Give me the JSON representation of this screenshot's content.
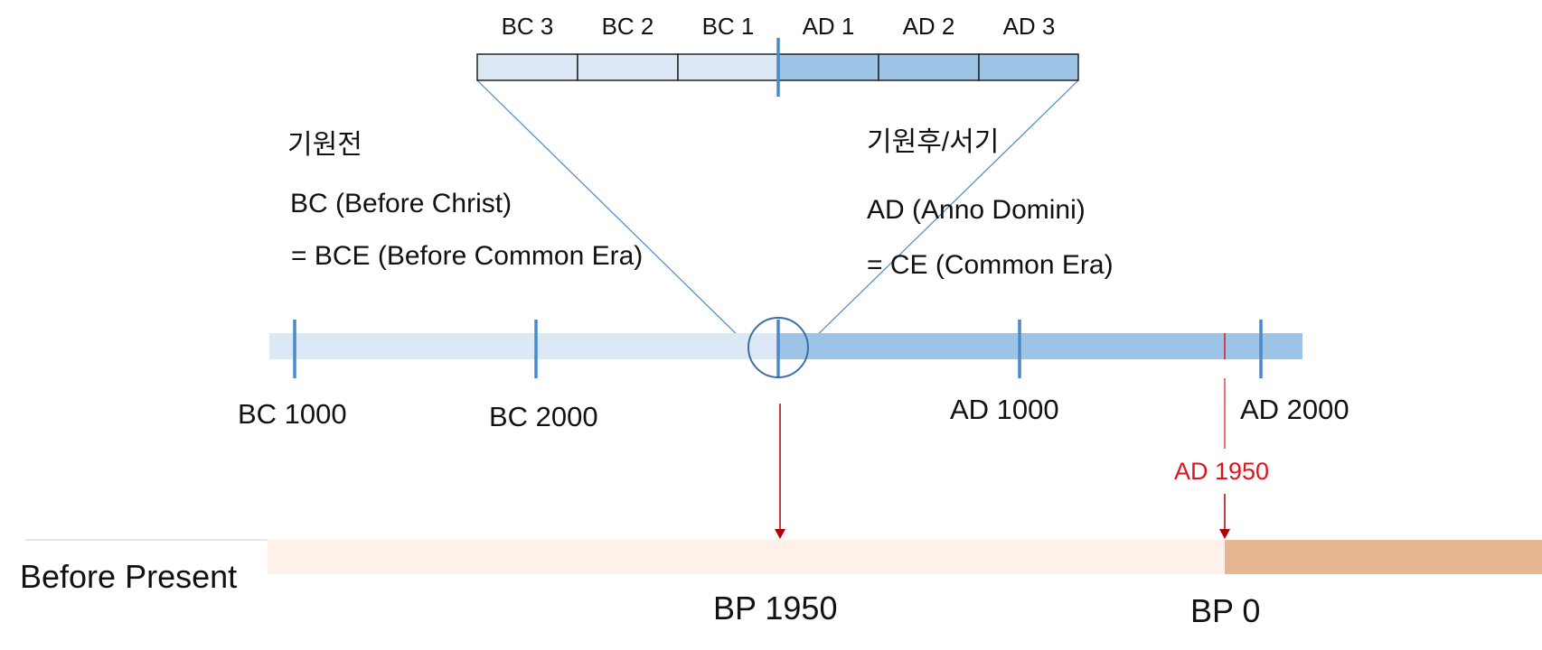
{
  "colors": {
    "bc_fill": "#dce8f5",
    "ad_fill": "#9dc3e6",
    "tick": "#4a8ac8",
    "zoom_line": "#4a8ac8",
    "circle": "#3b6ea5",
    "red": "#e0141e",
    "arrow": "#b00000",
    "bp_light": "#fdf1ea",
    "bp_dark": "#e6b592"
  },
  "zoom_segments": [
    "BC 3",
    "BC 2",
    "BC 1",
    "AD 1",
    "AD 2",
    "AD 3"
  ],
  "left_text": {
    "line1": "기원전",
    "line2": "BC (Before Christ)",
    "line3": "= BCE (Before Common Era)"
  },
  "right_text": {
    "line1": "기원후/서기",
    "line2": "AD (Anno Domini)",
    "line3": "= CE (Common Era)"
  },
  "timeline_labels": {
    "bc1000": "BC 1000",
    "bc2000": "BC 2000",
    "ad1000": "AD 1000",
    "ad2000": "AD 2000",
    "ad1950": "AD 1950"
  },
  "bp": {
    "title": "Before Present",
    "bp1950": "BP 1950",
    "bp0": "BP 0"
  }
}
